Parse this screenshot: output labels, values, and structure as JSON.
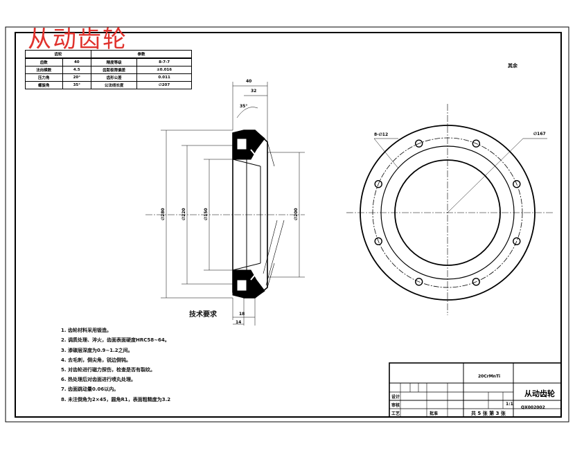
{
  "watermark": "从动齿轮",
  "param_table": {
    "header": [
      "齿轮",
      "参数"
    ],
    "rows": [
      [
        "齿数",
        "40",
        "精度等级",
        "8-7-7"
      ],
      [
        "法向模数",
        "4.5",
        "齿距极限偏差",
        "±0.016"
      ],
      [
        "压力角",
        "20°",
        "齿形公差",
        "0.011"
      ],
      [
        "螺旋角",
        "35°",
        "公法线长度",
        "∅207"
      ]
    ]
  },
  "tech_requirements": {
    "title": "技术要求",
    "items": [
      "1. 齿轮材料采用锻造。",
      "2. 调质处理、淬火，齿面表面硬度HRC58~64。",
      "3. 渗碳层深度为0.9~1.2之间。",
      "4. 去毛刺，倒尖角，锐边倒钝。",
      "5. 对齿轮进行磁力探伤，检查是否有裂纹。",
      "6. 热处理后对齿面进行喷丸处理。",
      "7. 齿面跳动量0.06以内。",
      "8. 未注倒角为2×45，圆角R1，表面粗糙度为3.2"
    ]
  },
  "title_block": {
    "material": "20CrMnTi",
    "part_name": "从动齿轮",
    "drawing_no": "QX002002",
    "sheet_info": "共 5 张   第 3 张",
    "scale": "1:1",
    "labels": [
      "设计",
      "审核",
      "工艺",
      "批准"
    ]
  },
  "view_labels": {
    "roughness_note": "其余",
    "hole_callout": "8-∅12",
    "pcd": "∅167"
  },
  "dimensions": {
    "top_width": "40",
    "top_inner": "32",
    "angle": "35°",
    "left_dia_outer": "∅280",
    "left_dia_mid": "∅220",
    "left_dia_bore": "∅150",
    "right_dia": "∅200",
    "bottom_a": "18",
    "bottom_b": "14"
  }
}
